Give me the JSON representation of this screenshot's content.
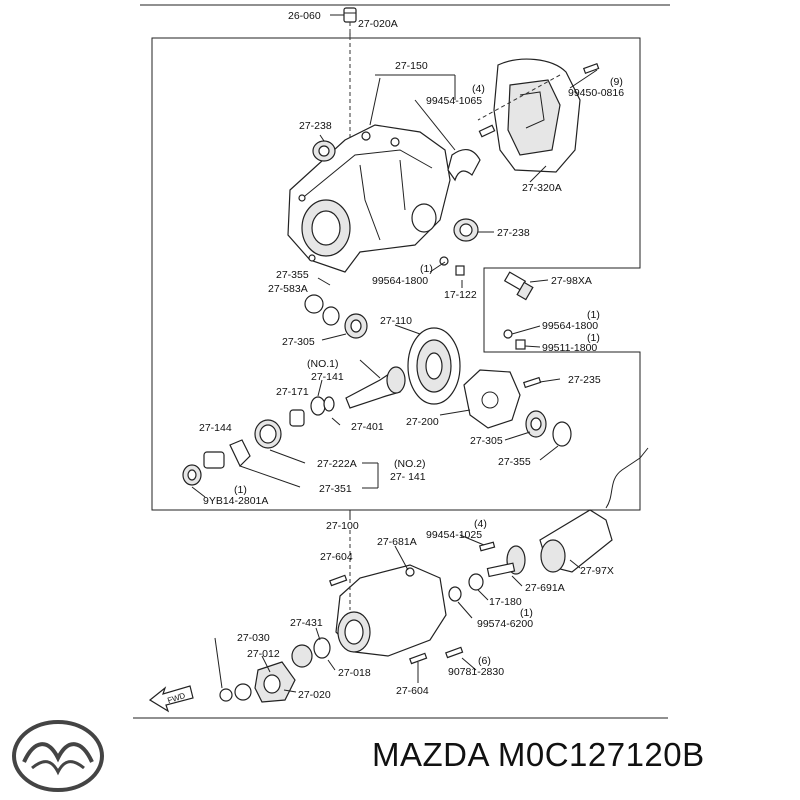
{
  "diagram": {
    "labels": {
      "p26_060": "26-060",
      "p27_020A": "27-020A",
      "p27_150": "27-150",
      "q4a": "(4)",
      "p99454_1065": "99454-1065",
      "p27_238a": "27-238",
      "q9": "(9)",
      "p99450_0816": "99450-0816",
      "p27_320A": "27-320A",
      "p27_238b": "27-238",
      "p27_98XA": "27-98XA",
      "p27_355a": "27-355",
      "p27_583A": "27-583A",
      "q1a": "(1)",
      "p99564_1800a": "99564-1800",
      "p17_122": "17-122",
      "q1b": "(1)",
      "p99564_1800b": "99564-1800",
      "q1c": "(1)",
      "p99511_1800": "99511-1800",
      "p27_305a": "27-305",
      "p27_110": "27-110",
      "no1": "(NO.1)",
      "p27_141a": "27-141",
      "p27_171": "27-171",
      "p27_235": "27-235",
      "p27_401": "27-401",
      "p27_200": "27-200",
      "p27_144": "27-144",
      "p27_305b": "27-305",
      "p27_355b": "27-355",
      "p27_222A": "27-222A",
      "no2": "(NO.2)",
      "p27_141b": "27- 141",
      "q1d": "(1)",
      "p27_351": "27-351",
      "p9YB14_2801A": "9YB14-2801A",
      "p27_100": "27-100",
      "q4b": "(4)",
      "p99454_1025": "99454-1025",
      "p27_681A": "27-681A",
      "p27_604a": "27-604",
      "p27_97X": "27-97X",
      "p27_691A": "27-691A",
      "p17_180": "17-180",
      "q1e": "(1)",
      "p99574_6200": "99574-6200",
      "p27_431": "27-431",
      "p27_030": "27-030",
      "p27_012": "27-012",
      "p27_018": "27-018",
      "q6": "(6)",
      "p90781_2830": "90781-2830",
      "p27_604b": "27-604",
      "p27_020": "27-020",
      "fwd": "FWD"
    }
  },
  "footer": {
    "brand_part": "MAZDA M0C127120B"
  }
}
